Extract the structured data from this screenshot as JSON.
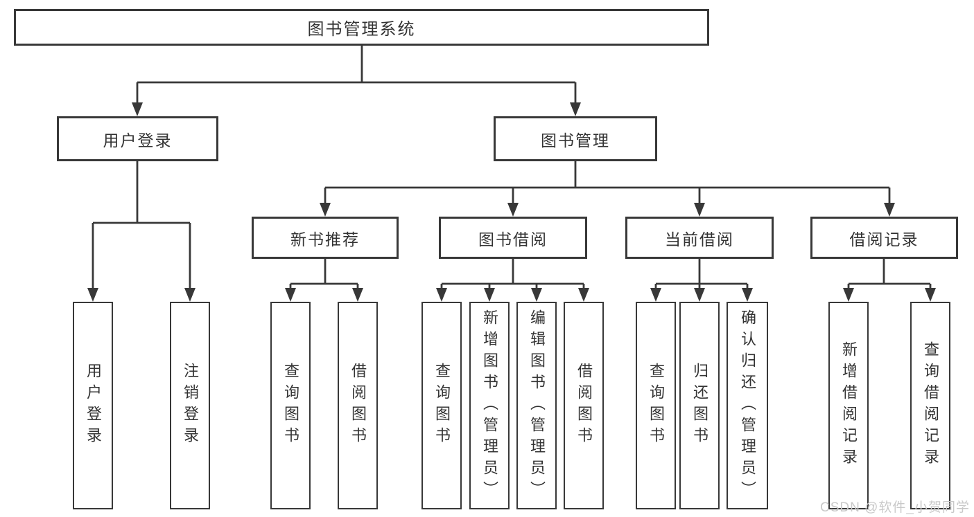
{
  "diagram": {
    "root": {
      "label": "图书管理系统"
    },
    "level1": [
      {
        "label": "用户登录"
      },
      {
        "label": "图书管理"
      }
    ],
    "level2": [
      {
        "label": "新书推荐"
      },
      {
        "label": "图书借阅"
      },
      {
        "label": "当前借阅"
      },
      {
        "label": "借阅记录"
      }
    ],
    "leaves": {
      "user_login": [
        {
          "label": "用户登录"
        },
        {
          "label": "注销登录"
        }
      ],
      "new_book_recommend": [
        {
          "label": "查询图书"
        },
        {
          "label": "借阅图书"
        }
      ],
      "book_borrow": [
        {
          "label": "查询图书"
        },
        {
          "label": "新增图书（管理员）"
        },
        {
          "label": "编辑图书（管理员）"
        },
        {
          "label": "借阅图书"
        }
      ],
      "current_borrow": [
        {
          "label": "查询图书"
        },
        {
          "label": "归还图书"
        },
        {
          "label": "确认归还（管理员）"
        }
      ],
      "borrow_records": [
        {
          "label": "新增借阅记录"
        },
        {
          "label": "查询借阅记录"
        }
      ]
    },
    "watermark": "CSDN @软件_小贺同学",
    "colors": {
      "line": "#383838",
      "text": "#333333",
      "watermark": "#c9c9c9",
      "background": "#ffffff"
    }
  }
}
